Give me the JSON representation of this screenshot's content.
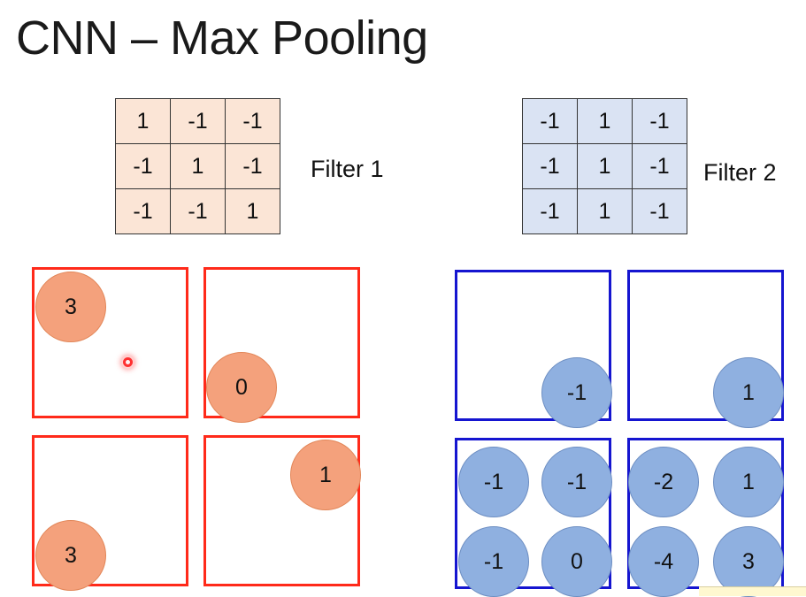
{
  "title": "CNN – Max Pooling",
  "filter1": {
    "label": "Filter 1",
    "rows": [
      [
        "1",
        "-1",
        "-1"
      ],
      [
        "-1",
        "1",
        "-1"
      ],
      [
        "-1",
        "-1",
        "1"
      ]
    ]
  },
  "filter2": {
    "label": "Filter 2",
    "rows": [
      [
        "-1",
        "1",
        "-1"
      ],
      [
        "-1",
        "1",
        "-1"
      ],
      [
        "-1",
        "1",
        "-1"
      ]
    ]
  },
  "filter1_pooling": {
    "top_left": [
      "3"
    ],
    "top_right": [
      "0"
    ],
    "bottom_left": [
      "3"
    ],
    "bottom_right": [
      "1"
    ]
  },
  "filter2_pooling": {
    "top_left": [
      "-1"
    ],
    "top_right": [
      "1"
    ],
    "bottom_left": [
      "-1",
      "-1",
      "-1",
      "0"
    ],
    "bottom_right": [
      "-2",
      "1",
      "-4",
      "3"
    ]
  },
  "colors": {
    "filter1_fill": "#fbe5d6",
    "filter2_fill": "#dae3f3",
    "red_border": "#ff2a1a",
    "blue_border": "#1515d0",
    "orange_circle": "#f4a17c",
    "blue_circle": "#8fb0e0"
  }
}
